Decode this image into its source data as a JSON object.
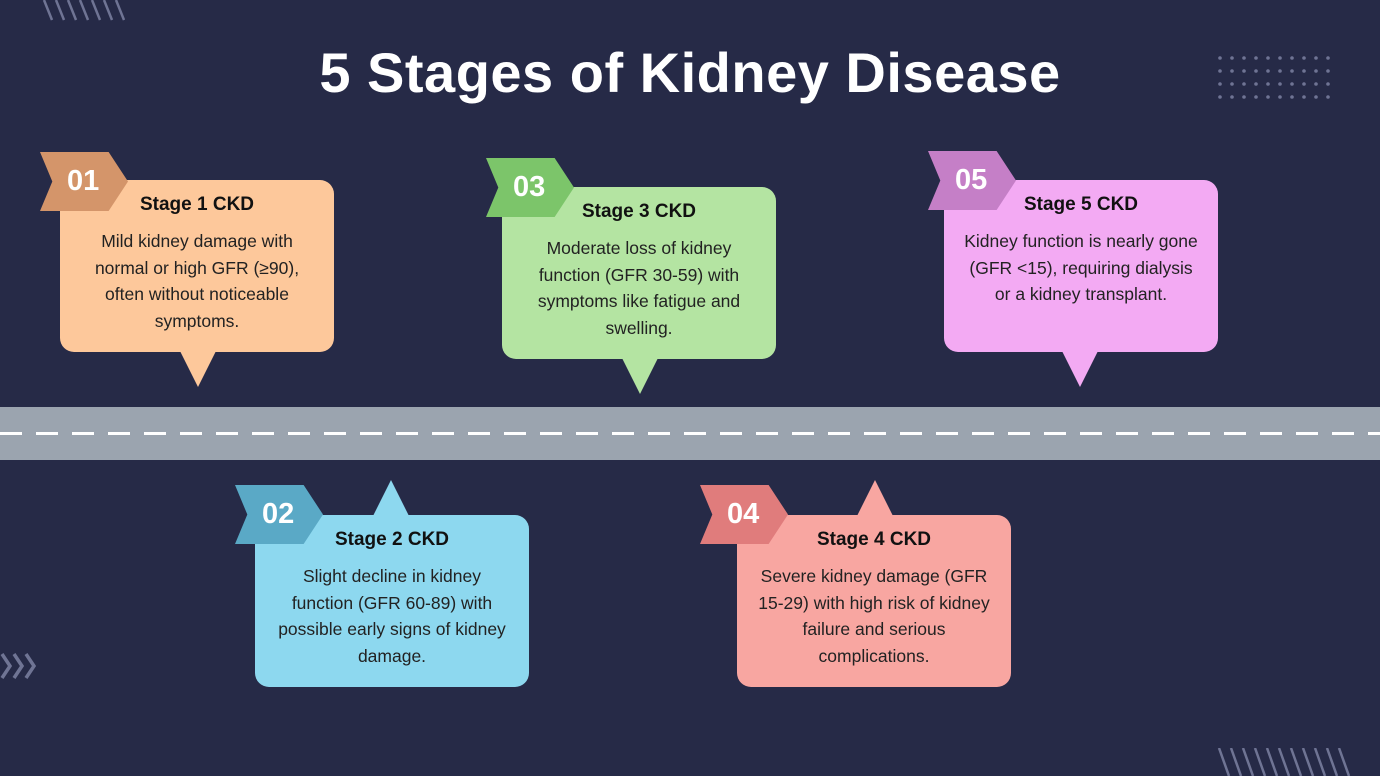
{
  "title": "5 Stages of Kidney Disease",
  "stages": [
    {
      "number": "01",
      "title": "Stage 1 CKD",
      "description": "Mild kidney damage with normal or high GFR (≥90), often without noticeable symptoms.",
      "badge_color": "#d4956a",
      "box_color": "#fdc89b"
    },
    {
      "number": "02",
      "title": "Stage 2 CKD",
      "description": "Slight decline in kidney function (GFR 60-89) with possible early signs of kidney damage.",
      "badge_color": "#5aa9c6",
      "box_color": "#8dd8ef"
    },
    {
      "number": "03",
      "title": "Stage 3 CKD",
      "description": "Moderate loss of kidney function (GFR 30-59) with symptoms like fatigue and swelling.",
      "badge_color": "#7cc56a",
      "box_color": "#b4e4a2"
    },
    {
      "number": "04",
      "title": "Stage 4 CKD",
      "description": "Severe kidney damage (GFR 15-29) with high risk of kidney failure and serious complications.",
      "badge_color": "#e07c7c",
      "box_color": "#f8a6a1"
    },
    {
      "number": "05",
      "title": "Stage 5 CKD",
      "description": "Kidney function is nearly gone (GFR <15), requiring dialysis or a kidney transplant.",
      "badge_color": "#c57fc7",
      "box_color": "#f3aaf3"
    }
  ]
}
